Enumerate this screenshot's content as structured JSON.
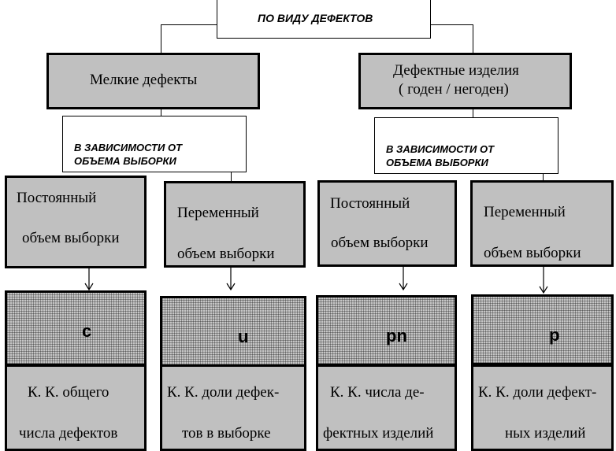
{
  "top_box": "ПО ВИДУ ДЕФЕКТОВ",
  "categories": {
    "left": "Мелкие дефекты",
    "right_line1": "Дефектные изделия",
    "right_line2": "( годен / негоден)"
  },
  "dependency": {
    "left_line1": "В ЗАВИСИМОСТИ ОТ",
    "left_line2": "ОБЪЕМА ВЫБОРКИ",
    "right_line1": "В ЗАВИСИМОСТИ ОТ",
    "right_line2": "ОБЪЕМА ВЫБОРКИ"
  },
  "sample_types": [
    {
      "line1": "Постоянный",
      "line2": "объем выборки"
    },
    {
      "line1": "Переменный",
      "line2": "объем выборки"
    },
    {
      "line1": "Постоянный",
      "line2": "объем выборки"
    },
    {
      "line1": "Переменный",
      "line2": "объем выборки"
    }
  ],
  "chart_symbols": [
    "c",
    "u",
    "pn",
    "p"
  ],
  "descriptions": [
    {
      "line1": "К. К. общего",
      "line2": "числа дефектов"
    },
    {
      "line1": "К. К. доли дефек-",
      "line2": "тов в выборке"
    },
    {
      "line1": "К. К. числа де-",
      "line2": "фектных изделий"
    },
    {
      "line1": "К. К. доли дефект-",
      "line2": "ных изделий"
    }
  ]
}
